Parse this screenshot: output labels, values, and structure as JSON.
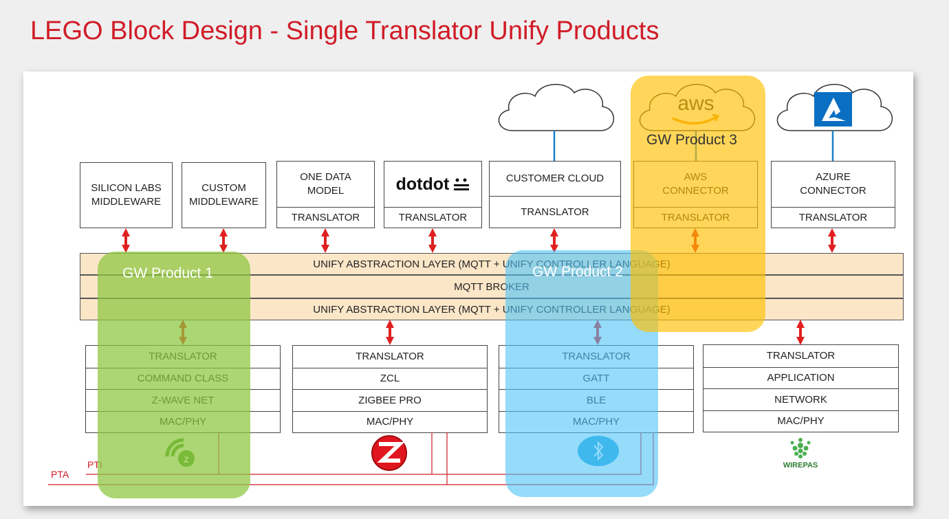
{
  "title": "LEGO Block Design - Single Translator Unify Products",
  "top_boxes": {
    "silicon_labs": "SILICON LABS\nMIDDLEWARE",
    "custom": "CUSTOM\nMIDDLEWARE",
    "one_data_model": {
      "top": "ONE DATA\nMODEL",
      "bottom": "TRANSLATOR"
    },
    "dotdot": {
      "logo": "dotdot",
      "bottom": "TRANSLATOR"
    },
    "customer_cloud": {
      "top": "CUSTOMER CLOUD",
      "bottom": "TRANSLATOR"
    },
    "aws": {
      "top": "AWS\nCONNECTOR",
      "bottom": "TRANSLATOR",
      "logo": "aws"
    },
    "azure": {
      "top": "AZURE\nCONNECTOR",
      "bottom": "TRANSLATOR"
    }
  },
  "bands": {
    "upper": "UNIFY ABSTRACTION LAYER (MQTT + UNIFY CONTROLLER LANGUAGE)",
    "broker": "MQTT BROKER",
    "lower": "UNIFY ABSTRACTION LAYER (MQTT + UNIFY CONTROLLER LANGUAGE)"
  },
  "stacks": {
    "zwave": [
      "TRANSLATOR",
      "COMMAND CLASS",
      "Z-WAVE NET",
      "MAC/PHY"
    ],
    "zigbee": [
      "TRANSLATOR",
      "ZCL",
      "ZIGBEE PRO",
      "MAC/PHY"
    ],
    "ble": [
      "TRANSLATOR",
      "GATT",
      "BLE",
      "MAC/PHY"
    ],
    "wirepas": [
      "TRANSLATOR",
      "APPLICATION",
      "NETWORK",
      "MAC/PHY"
    ]
  },
  "products": {
    "p1": "GW Product 1",
    "p2": "GW Product 2",
    "p3": "GW Product 3"
  },
  "labels": {
    "pta": "PTA",
    "pti": "PTI",
    "wirepas": "WIREPAS"
  },
  "colors": {
    "title": "#d01c27",
    "arrow": "#e02020",
    "band": "#fbe6c8",
    "product1": "#8cc63f",
    "product2": "#4fc3f7",
    "product3": "#ffc000",
    "zwave_logo": "#4a9a2a",
    "zigbee_logo": "#e0161e",
    "ble_logo": "#29a8e0",
    "azure_logo": "#0a6fc2",
    "wirepas_logo": "#4caf50"
  }
}
